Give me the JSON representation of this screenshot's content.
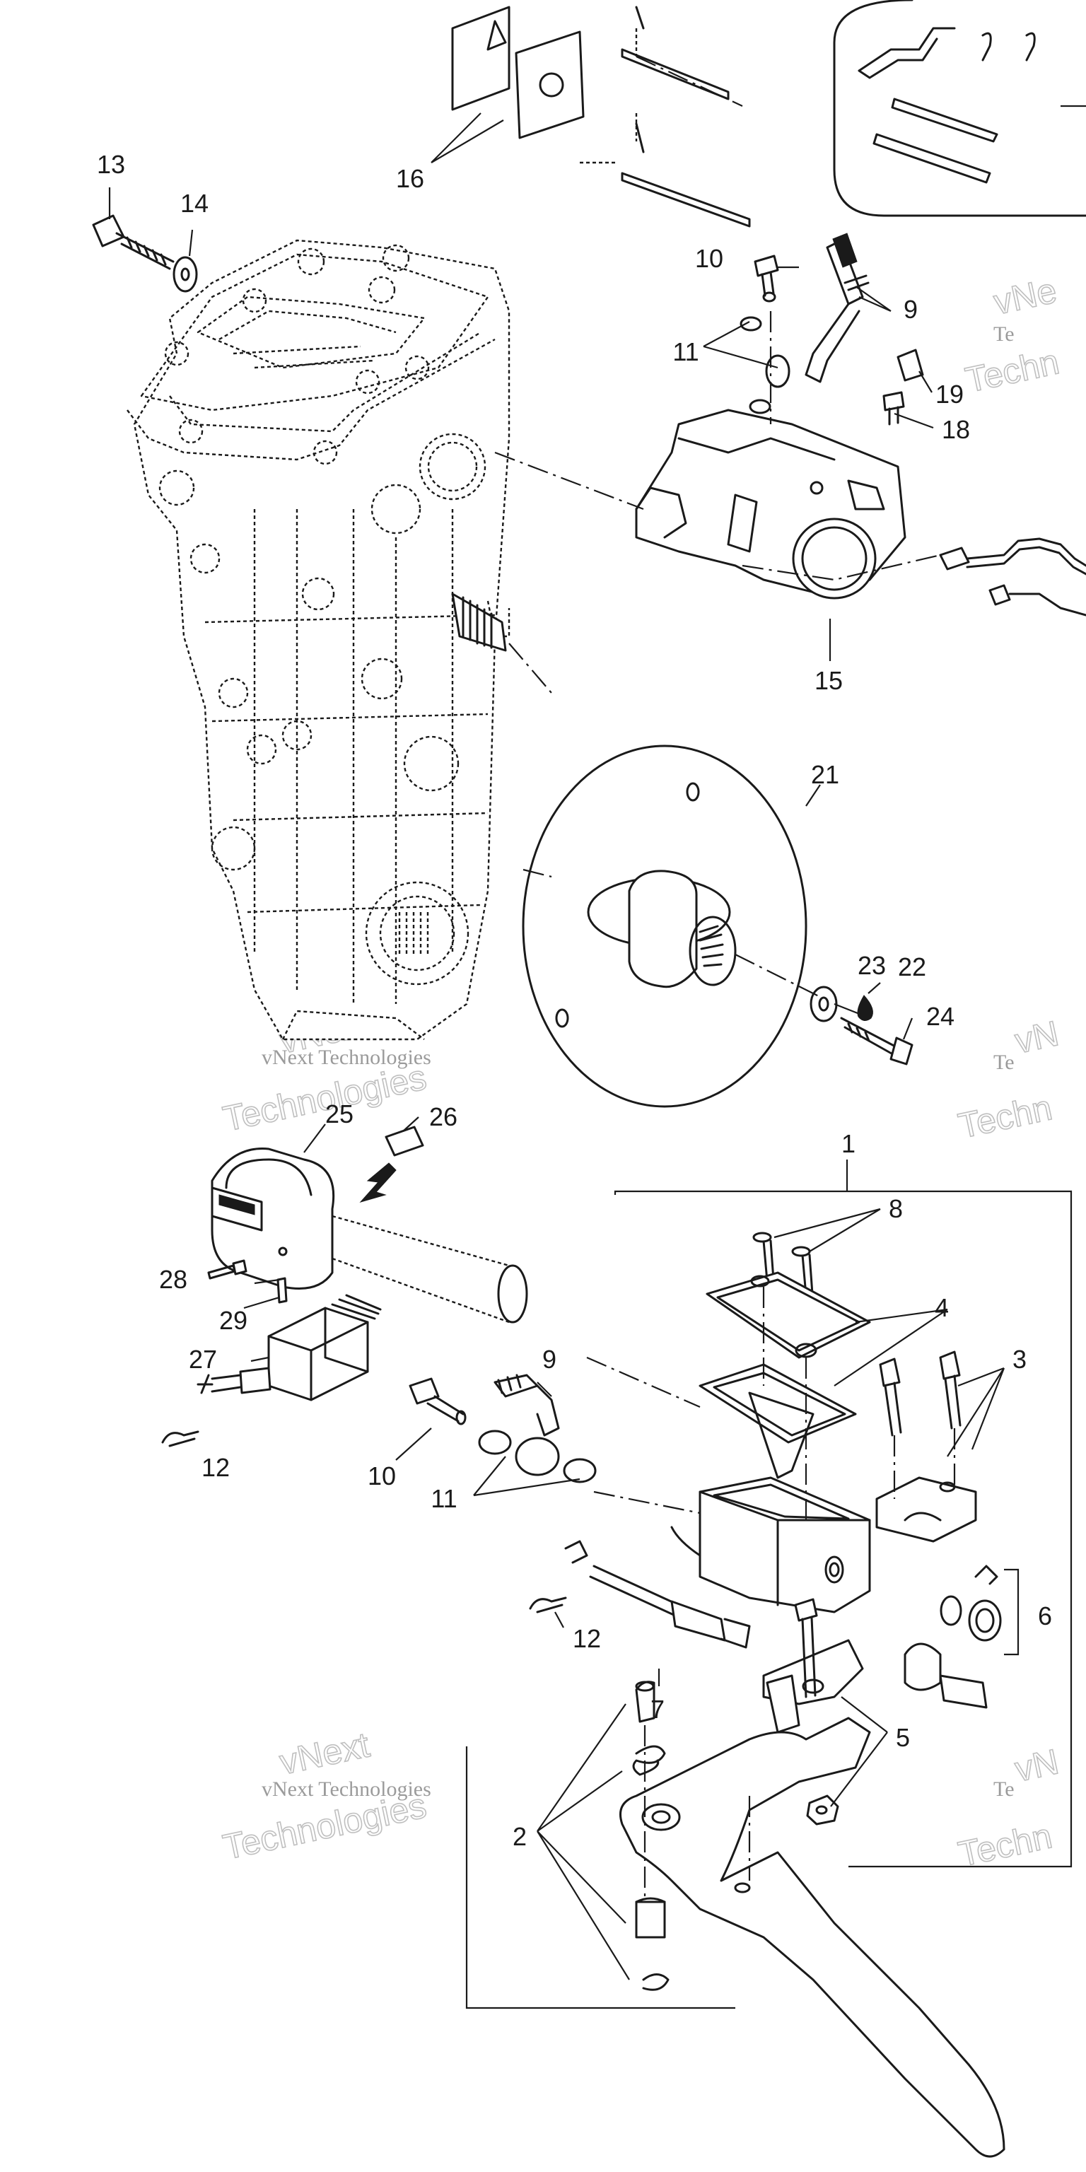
{
  "callouts": [
    {
      "id": "1",
      "text": "1"
    },
    {
      "id": "2",
      "text": "2"
    },
    {
      "id": "3",
      "text": "3"
    },
    {
      "id": "4",
      "text": "4"
    },
    {
      "id": "5",
      "text": "5"
    },
    {
      "id": "6",
      "text": "6"
    },
    {
      "id": "7",
      "text": "7"
    },
    {
      "id": "8",
      "text": "8"
    },
    {
      "id": "9a",
      "text": "9"
    },
    {
      "id": "9b",
      "text": "9"
    },
    {
      "id": "10a",
      "text": "10"
    },
    {
      "id": "10b",
      "text": "10"
    },
    {
      "id": "11a",
      "text": "11"
    },
    {
      "id": "11b",
      "text": "11"
    },
    {
      "id": "12a",
      "text": "12"
    },
    {
      "id": "12b",
      "text": "12"
    },
    {
      "id": "13",
      "text": "13"
    },
    {
      "id": "14",
      "text": "14"
    },
    {
      "id": "15",
      "text": "15"
    },
    {
      "id": "16",
      "text": "16"
    },
    {
      "id": "18",
      "text": "18"
    },
    {
      "id": "19",
      "text": "19"
    },
    {
      "id": "21",
      "text": "21"
    },
    {
      "id": "22",
      "text": "22"
    },
    {
      "id": "23",
      "text": "23"
    },
    {
      "id": "24",
      "text": "24"
    },
    {
      "id": "25",
      "text": "25"
    },
    {
      "id": "26",
      "text": "26"
    },
    {
      "id": "27",
      "text": "27"
    },
    {
      "id": "28",
      "text": "28"
    },
    {
      "id": "29",
      "text": "29"
    }
  ],
  "watermark": {
    "line1": "vNext Technologies",
    "line2a": "vNext",
    "line2b": "Technologies",
    "partial_a": "vNe",
    "partial_b": "Te",
    "partial_c": "Techn",
    "partial_d": "vN"
  }
}
